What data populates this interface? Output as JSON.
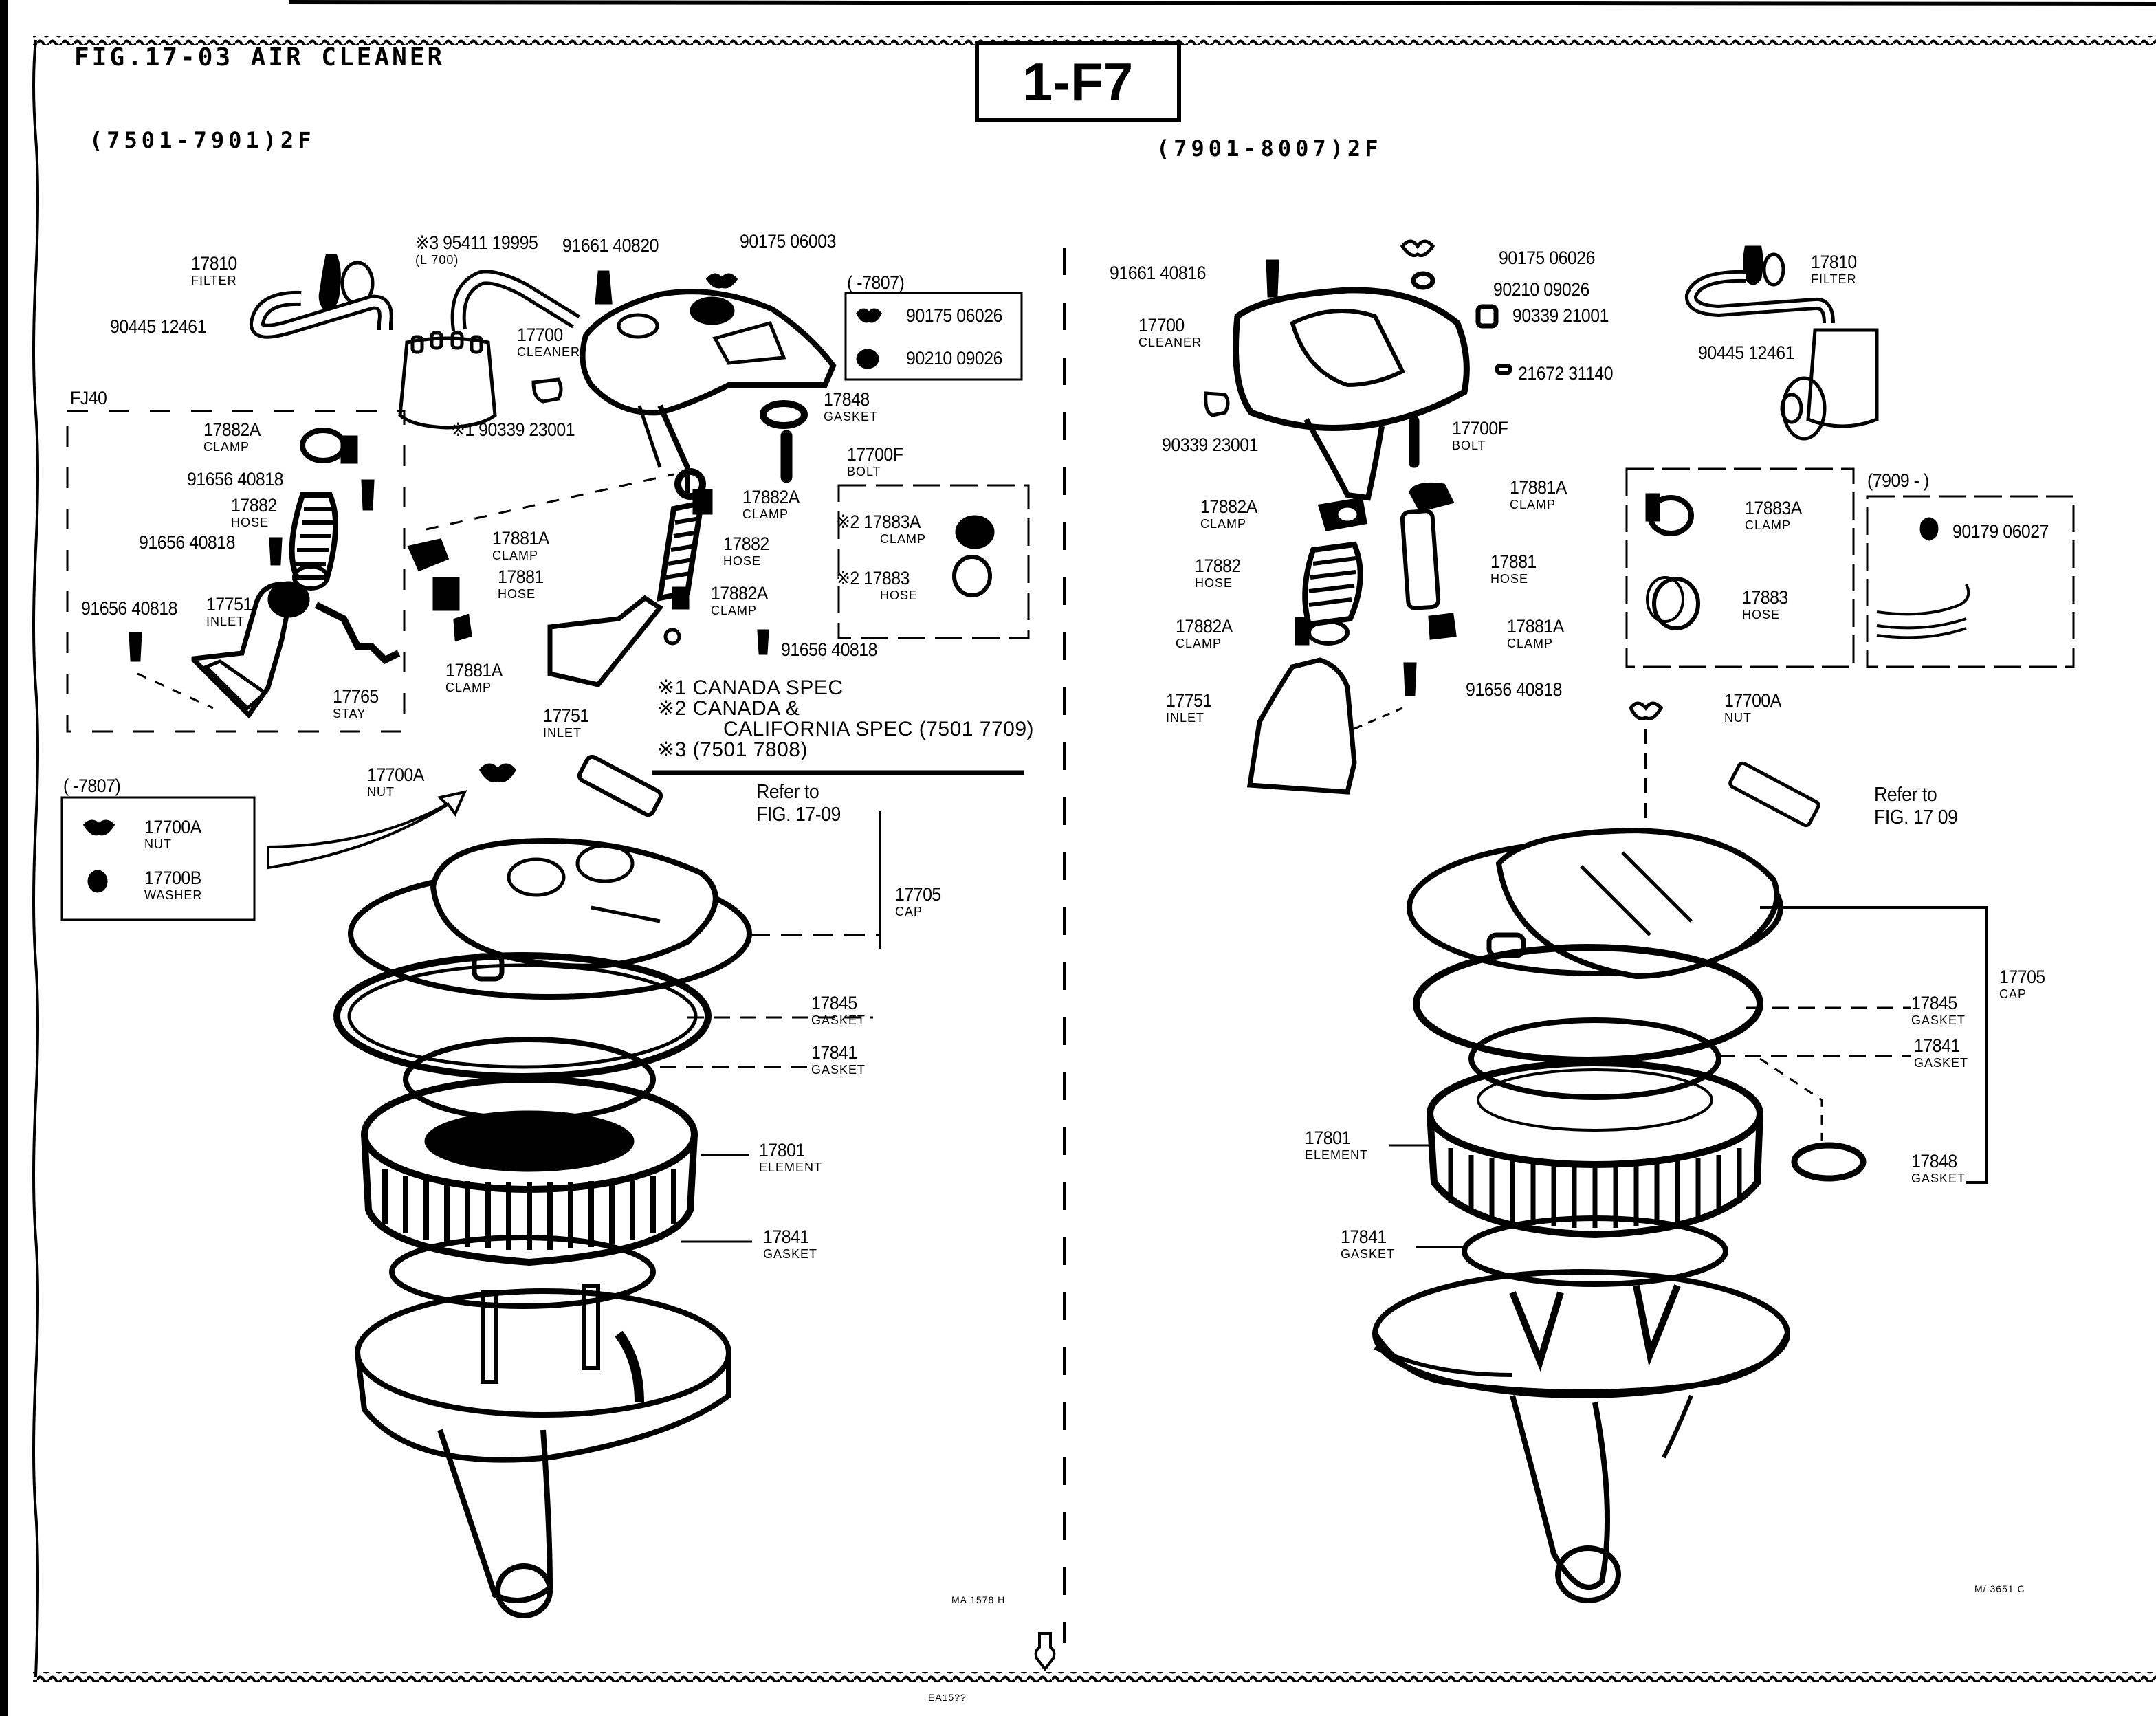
{
  "figure": {
    "title": "FIG.17-03 AIR CLEANER",
    "page_code": "1-F7",
    "left_range": "(7501-7901)2F",
    "right_range": "(7901-8007)2F",
    "left_code": "MA 1578 H",
    "right_code": "M/ 3651 C",
    "bottom_code": "EA15??"
  },
  "left_panel": {
    "variant_label": "FJ40",
    "labels": [
      {
        "id": "l-17810",
        "part": "17810",
        "name": "FILTER"
      },
      {
        "id": "l-90445",
        "part": "90445 12461",
        "name": ""
      },
      {
        "id": "l-95411",
        "part": "※3 95411 19995",
        "name": "(L 700)"
      },
      {
        "id": "l-91661",
        "part": "91661 40820",
        "name": ""
      },
      {
        "id": "l-90175a",
        "part": "90175 06003",
        "name": ""
      },
      {
        "id": "l-17700",
        "part": "17700",
        "name": "CLEANER"
      },
      {
        "id": "l-90339",
        "part": "※1 90339 23001",
        "name": ""
      },
      {
        "id": "l-17848",
        "part": "17848",
        "name": "GASKET"
      },
      {
        "id": "l-17700f",
        "part": "17700F",
        "name": "BOLT"
      },
      {
        "id": "l-17882a-1",
        "part": "17882A",
        "name": "CLAMP"
      },
      {
        "id": "l-91656-1",
        "part": "91656 40818",
        "name": ""
      },
      {
        "id": "l-17882-1",
        "part": "17882",
        "name": "HOSE"
      },
      {
        "id": "l-91656-2",
        "part": "91656 40818",
        "name": ""
      },
      {
        "id": "l-91656-3",
        "part": "91656 40818",
        "name": ""
      },
      {
        "id": "l-17751-1",
        "part": "17751",
        "name": "INLET"
      },
      {
        "id": "l-17765",
        "part": "17765",
        "name": "STAY"
      },
      {
        "id": "l-17881a-1",
        "part": "17881A",
        "name": "CLAMP"
      },
      {
        "id": "l-17881-1",
        "part": "17881",
        "name": "HOSE"
      },
      {
        "id": "l-17881a-2",
        "part": "17881A",
        "name": "CLAMP"
      },
      {
        "id": "l-17882a-2",
        "part": "17882A",
        "name": "CLAMP"
      },
      {
        "id": "l-17882-2",
        "part": "17882",
        "name": "HOSE"
      },
      {
        "id": "l-17882a-3",
        "part": "17882A",
        "name": "CLAMP"
      },
      {
        "id": "l-17751-2",
        "part": "17751",
        "name": "INLET"
      },
      {
        "id": "l-91656-4",
        "part": "91656 40818",
        "name": ""
      },
      {
        "id": "l-17700a",
        "part": "17700A",
        "name": "NUT"
      },
      {
        "id": "l-17705",
        "part": "17705",
        "name": "CAP"
      },
      {
        "id": "l-17845",
        "part": "17845",
        "name": "GASKET"
      },
      {
        "id": "l-17841-1",
        "part": "17841",
        "name": "GASKET"
      },
      {
        "id": "l-17801",
        "part": "17801",
        "name": "ELEMENT"
      },
      {
        "id": "l-17841-2",
        "part": "17841",
        "name": "GASKET"
      }
    ],
    "inset_7807": {
      "range": "(      -7807)",
      "items": [
        {
          "part": "90175 06026",
          "name": ""
        },
        {
          "part": "90210 09026",
          "name": ""
        }
      ]
    },
    "inset_spec": {
      "items": [
        {
          "part": "※2 17883A",
          "name": "CLAMP"
        },
        {
          "part": "※2 17883",
          "name": "HOSE"
        }
      ]
    },
    "inset_nut": {
      "range": "(      -7807)",
      "items": [
        {
          "part": "17700A",
          "name": "NUT"
        },
        {
          "part": "17700B",
          "name": "WASHER"
        }
      ]
    },
    "refer": {
      "line1": "Refer to",
      "line2": "FIG. 17-09"
    },
    "notes": [
      "※1 CANADA SPEC",
      "※2 CANADA &",
      "CALIFORNIA SPEC (7501   7709)",
      "※3 (7501   7808)"
    ]
  },
  "right_panel": {
    "labels": [
      {
        "id": "r-91661",
        "part": "91661 40816",
        "name": ""
      },
      {
        "id": "r-90175",
        "part": "90175 06026",
        "name": ""
      },
      {
        "id": "r-90210",
        "part": "90210 09026",
        "name": ""
      },
      {
        "id": "r-90339a",
        "part": "90339 21001",
        "name": ""
      },
      {
        "id": "r-21672",
        "part": "21672 31140",
        "name": ""
      },
      {
        "id": "r-17700",
        "part": "17700",
        "name": "CLEANER"
      },
      {
        "id": "r-90339b",
        "part": "90339 23001",
        "name": ""
      },
      {
        "id": "r-17700f",
        "part": "17700F",
        "name": "BOLT"
      },
      {
        "id": "r-17810",
        "part": "17810",
        "name": "FILTER"
      },
      {
        "id": "r-90445",
        "part": "90445 12461",
        "name": ""
      },
      {
        "id": "r-17882a-1",
        "part": "17882A",
        "name": "CLAMP"
      },
      {
        "id": "r-17882",
        "part": "17882",
        "name": "HOSE"
      },
      {
        "id": "r-17882a-2",
        "part": "17882A",
        "name": "CLAMP"
      },
      {
        "id": "r-17751",
        "part": "17751",
        "name": "INLET"
      },
      {
        "id": "r-17881a-1",
        "part": "17881A",
        "name": "CLAMP"
      },
      {
        "id": "r-17881",
        "part": "17881",
        "name": "HOSE"
      },
      {
        "id": "r-17881a-2",
        "part": "17881A",
        "name": "CLAMP"
      },
      {
        "id": "r-91656",
        "part": "91656 40818",
        "name": ""
      },
      {
        "id": "r-17700a",
        "part": "17700A",
        "name": "NUT"
      },
      {
        "id": "r-17705",
        "part": "17705",
        "name": "CAP"
      },
      {
        "id": "r-17845",
        "part": "17845",
        "name": "GASKET"
      },
      {
        "id": "r-17841-1",
        "part": "17841",
        "name": "GASKET"
      },
      {
        "id": "r-17848",
        "part": "17848",
        "name": "GASKET"
      },
      {
        "id": "r-17801",
        "part": "17801",
        "name": "ELEMENT"
      },
      {
        "id": "r-17841-2",
        "part": "17841",
        "name": "GASKET"
      }
    ],
    "inset_clamp": {
      "items": [
        {
          "part": "17883A",
          "name": "CLAMP"
        },
        {
          "part": "17883",
          "name": "HOSE"
        }
      ]
    },
    "inset_7909": {
      "range": "(7909 -       )",
      "items": [
        {
          "part": "90179 06027",
          "name": ""
        }
      ]
    },
    "refer": {
      "line1": "Refer to",
      "line2": "FIG. 17 09"
    }
  }
}
